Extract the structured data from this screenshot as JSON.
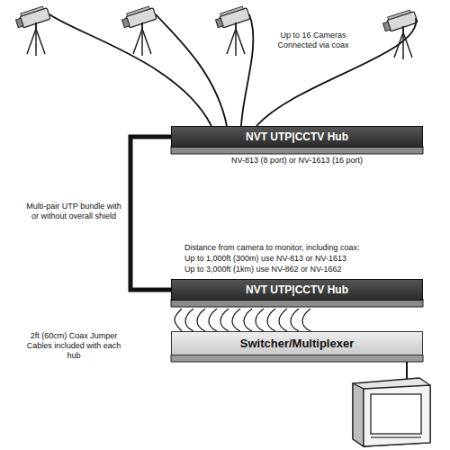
{
  "diagram": {
    "nodes": [
      {
        "text": [
          "NVT UTP|CCTV Hub",
          "NV-813 (8 port)  or  NV-1613 (16 port)"
        ]
      },
      {
        "text": [
          "NVT UTP|CCTV Hub"
        ]
      },
      {
        "text": [
          "Switcher/Multiplexer"
        ]
      }
    ],
    "edges": [
      {
        "from": 0,
        "to": 1,
        "arrow": "none"
      },
      {
        "from": 1,
        "to": 2,
        "arrow": "none"
      }
    ],
    "labels": [
      "Up to 16 Cameras Connected via coax",
      "Multi-pair UTP bundle with or without overall shield",
      "Distance from camera to monitor, including coax:",
      "Up to 1,000ft (300m) use NV-813  or  NV-1613",
      "Up to 3,000ft (1km) use NV-862 or NV-1662",
      "2ft (60cm) Coax Jumper Cables included with each hub"
    ]
  }
}
